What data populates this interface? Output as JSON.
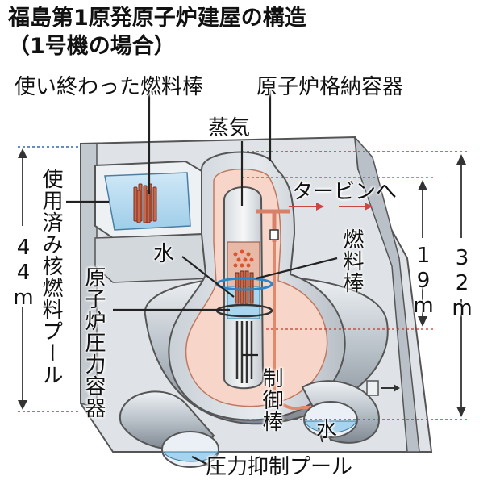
{
  "title_line1": "福島第1原発原子炉建屋の構造",
  "title_line2": "（1号機の場合）",
  "labels": {
    "spent_fuel": "使い終わった燃料棒",
    "containment": "原子炉格納容器",
    "steam": "蒸気",
    "to_turbine": "タービンへ",
    "spent_fuel_pool": "使用済み核燃料プール",
    "pressure_vessel": "原子炉圧力容器",
    "water": "水",
    "fuel_rods": "燃料棒",
    "control_rods": "制御棒",
    "suppression_pool": "圧力抑制プール"
  },
  "dimensions": {
    "pool_height": "44m",
    "pressure_vessel_height": "19m",
    "containment_height": "32m"
  }
}
